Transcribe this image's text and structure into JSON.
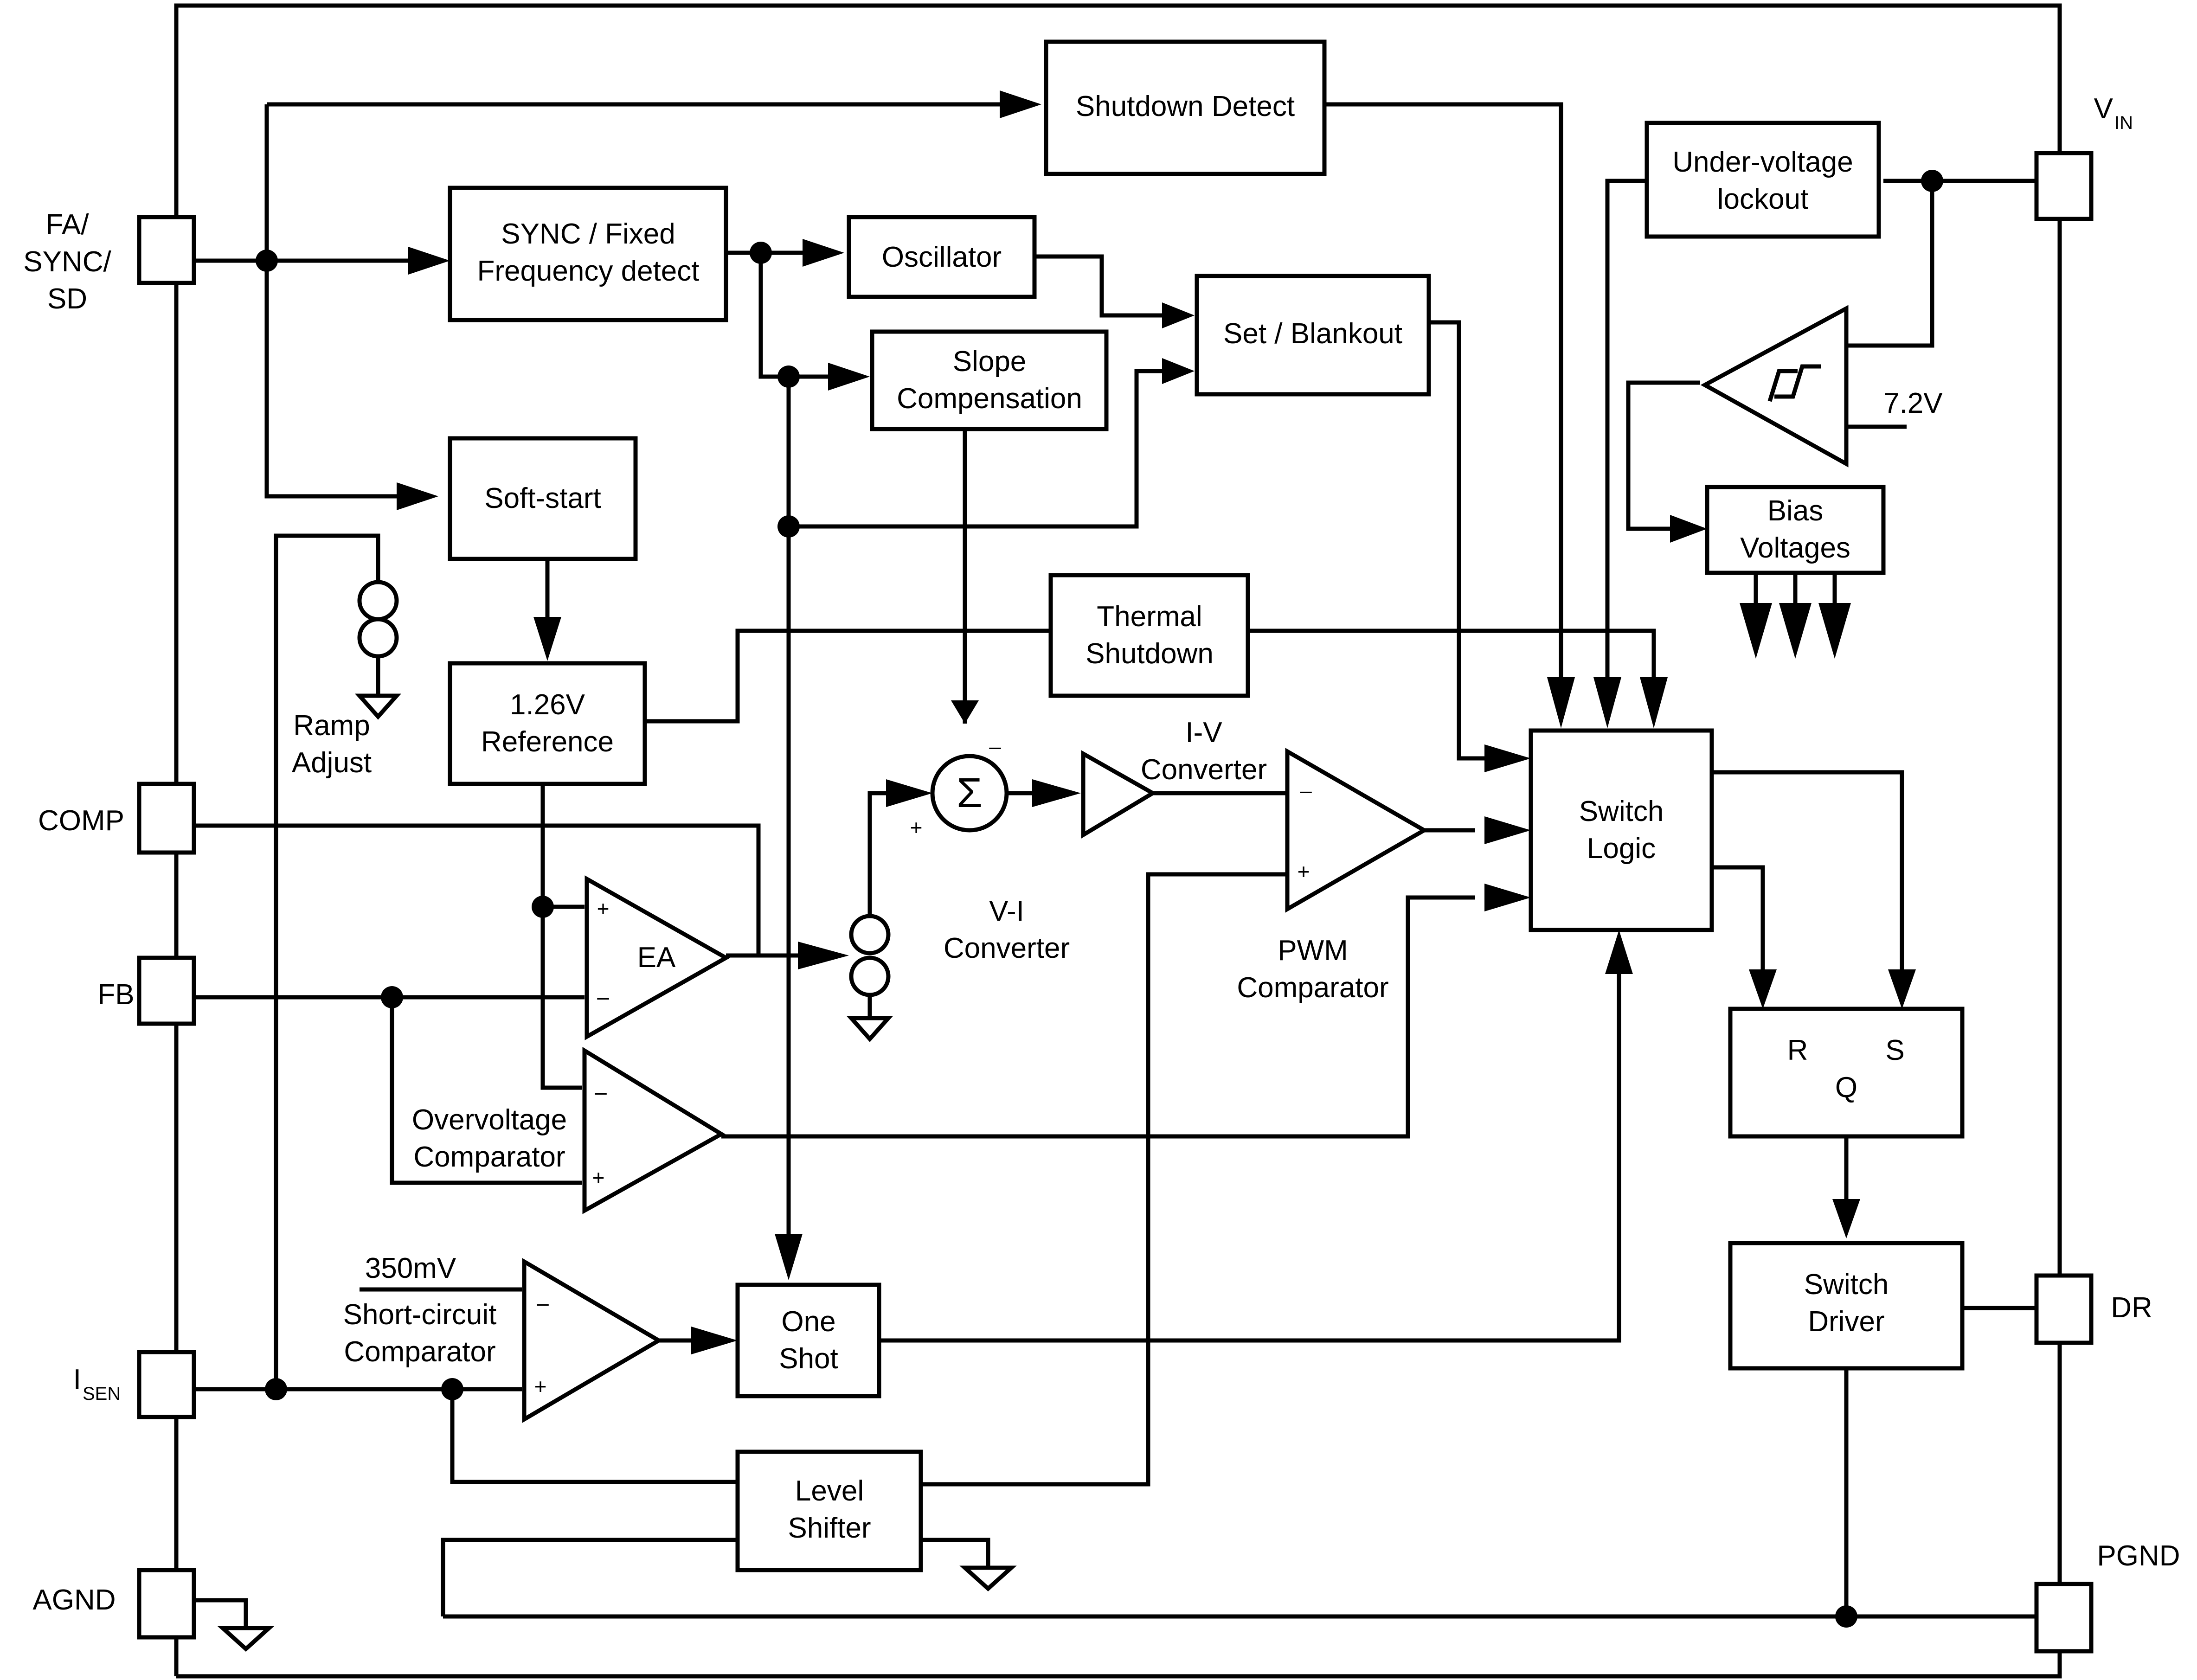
{
  "pins": {
    "fa": "FA/",
    "sync": "SYNC/",
    "sd": "SD",
    "vin_main": "V",
    "vin_sub": "IN",
    "comp": "COMP",
    "fb": "FB",
    "isen_main": "I",
    "isen_sub": "SEN",
    "agnd": "AGND",
    "dr": "DR",
    "pgnd": "PGND"
  },
  "blocks": {
    "shutdown_detect": "Shutdown Detect",
    "sync_fixed": [
      "SYNC / Fixed",
      "Frequency detect"
    ],
    "oscillator": "Oscillator",
    "slope_comp": [
      "Slope",
      "Compensation"
    ],
    "set_blankout": "Set / Blankout",
    "uvlo": [
      "Under-voltage",
      "lockout"
    ],
    "soft_start": "Soft-start",
    "bias": [
      "Bias",
      "Voltages"
    ],
    "thermal": [
      "Thermal",
      "Shutdown"
    ],
    "reference": [
      "1.26V",
      "Reference"
    ],
    "switch_logic": [
      "Switch",
      "Logic"
    ],
    "latch": {
      "r": "R",
      "s": "S",
      "q": "Q"
    },
    "one_shot": [
      "One",
      "Shot"
    ],
    "switch_driver": [
      "Switch",
      "Driver"
    ],
    "level_shifter": [
      "Level",
      "Shifter"
    ]
  },
  "labels": {
    "ramp_adjust": [
      "Ramp",
      "Adjust"
    ],
    "ea": "EA",
    "iv_converter": [
      "I-V",
      "Converter"
    ],
    "vi_converter": [
      "V-I",
      "Converter"
    ],
    "pwm_comparator": [
      "PWM",
      "Comparator"
    ],
    "ov_comparator": [
      "Overvoltage",
      "Comparator"
    ],
    "sc_comparator": [
      "Short-circuit",
      "Comparator"
    ],
    "v350": "350mV",
    "v72": "7.2V",
    "sigma": "Σ",
    "plus": "+",
    "minus": "–"
  }
}
